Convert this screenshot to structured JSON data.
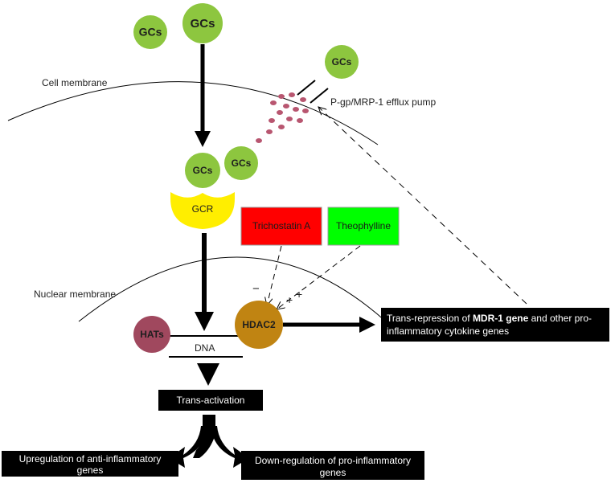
{
  "molecules": {
    "gcs_small_top": "GCs",
    "gcs_large_top": "GCs",
    "gcs_outside_pump": "GCs",
    "gcs_bound": "GCs",
    "gcs_free": "GCs",
    "gcr": "GCR",
    "hats": "HATs",
    "hdac2": "HDAC2"
  },
  "labels": {
    "cell_membrane": "Cell membrane",
    "nuclear_membrane": "Nuclear membrane",
    "efflux_pump": "P-gp/MRP-1 efflux pump",
    "dna": "DNA",
    "minus_sign": "−",
    "plus_sign": "+",
    "plus_sign_2": "+"
  },
  "drugs": {
    "trichostatin": "Trichostatin A",
    "theophylline": "Theophylline"
  },
  "boxes": {
    "trans_repression_line1_pre": "Trans-repression of ",
    "trans_repression_line1_bold": "MDR-1 gene",
    "trans_repression_line1_post": " and other pro-",
    "trans_repression_line2": "inflammatory cytokine genes",
    "trans_activation": "Trans-activation",
    "upregulation_line1": "Upregulation of anti-inflammatory",
    "upregulation_line2": "genes",
    "downregulation_line1": "Down-regulation of pro-inflammatory",
    "downregulation_line2": "genes"
  },
  "colors": {
    "gcs_green": "#8dc63f",
    "gcr_yellow": "#ffee00",
    "hats_maroon": "#a0485e",
    "hdac2_brown": "#c08412",
    "trichostatin_red": "#ff0000",
    "theophylline_green": "#00ff00",
    "pump_dots": "#b85670"
  }
}
